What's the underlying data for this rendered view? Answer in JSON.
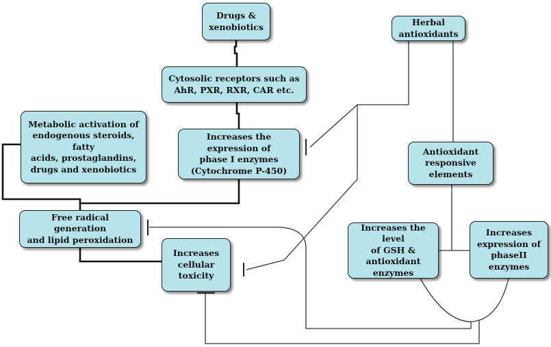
{
  "diagram": {
    "nodes": {
      "drugs": "Drugs &\nxenobiotics",
      "receptors": "Cytosolic receptors such as\nAhR, PXR, RXR, CAR etc.",
      "phase1": "Increases the expression of\nphase I enzymes\n(Cytochrome P-450)",
      "metabolic": "Metabolic activation of\nendogenous steroids, fatty\nacids, prostaglandins,\ndrugs and xenobiotics",
      "free_radical": "Free radical generation\nand lipid peroxidation",
      "toxicity": "Increases\ncellular toxicity",
      "herbal": "Herbal\nantioxidants",
      "are": "Antioxidant\nresponsive\nelements",
      "gsh": "Increases the level\nof  GSH &\nantioxidant\nenzymes",
      "phase2": "Increases\nexpression of\nphaseII\nenzymes"
    },
    "edges": [
      {
        "from": "drugs",
        "to": "receptors",
        "type": "activation"
      },
      {
        "from": "receptors",
        "to": "phase1",
        "type": "activation"
      },
      {
        "from": "phase1",
        "to": "free_radical",
        "type": "activation"
      },
      {
        "from": "metabolic",
        "to": "free_radical",
        "type": "activation"
      },
      {
        "from": "free_radical",
        "to": "toxicity",
        "type": "activation"
      },
      {
        "from": "herbal",
        "to": "phase1",
        "type": "inhibition"
      },
      {
        "from": "herbal",
        "to": "toxicity",
        "type": "inhibition"
      },
      {
        "from": "herbal",
        "to": "are",
        "type": "activation"
      },
      {
        "from": "are",
        "to": "gsh",
        "type": "activation"
      },
      {
        "from": "are",
        "to": "phase2",
        "type": "activation"
      },
      {
        "from": "gsh",
        "to": "free_radical",
        "type": "inhibition"
      },
      {
        "from": "phase2",
        "to": "toxicity",
        "type": "inhibition"
      }
    ]
  }
}
